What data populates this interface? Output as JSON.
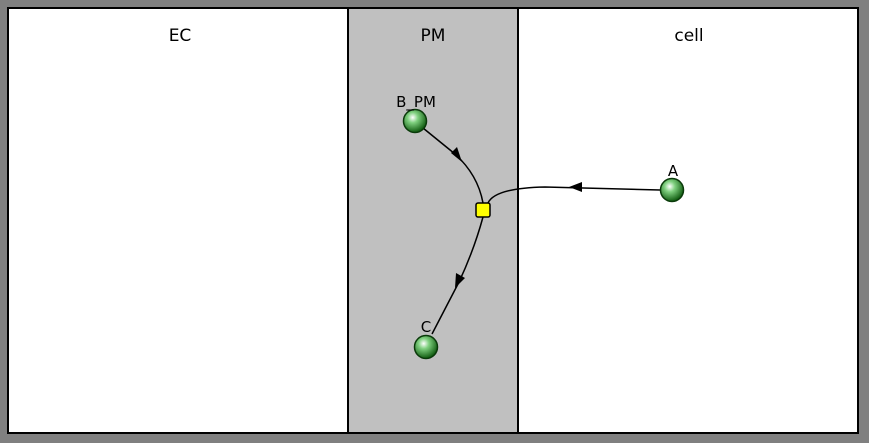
{
  "compartments": [
    {
      "id": "ec",
      "label": "EC",
      "fill": "#ffffff"
    },
    {
      "id": "pm",
      "label": "PM",
      "fill": "#c0c0c0"
    },
    {
      "id": "cell",
      "label": "cell",
      "fill": "#ffffff"
    }
  ],
  "species": [
    {
      "id": "b_pm",
      "label": "B_PM",
      "compartment": "PM"
    },
    {
      "id": "a",
      "label": "A",
      "compartment": "cell"
    },
    {
      "id": "c",
      "label": "C",
      "compartment": "PM"
    }
  ],
  "reaction": {
    "reactants": [
      "B_PM",
      "A"
    ],
    "products": [
      "C"
    ],
    "node_color": "#ffff00"
  },
  "colors": {
    "background": "#808080",
    "border": "#000000",
    "species_fill": "#2e8b2e",
    "arrow": "#000000"
  }
}
